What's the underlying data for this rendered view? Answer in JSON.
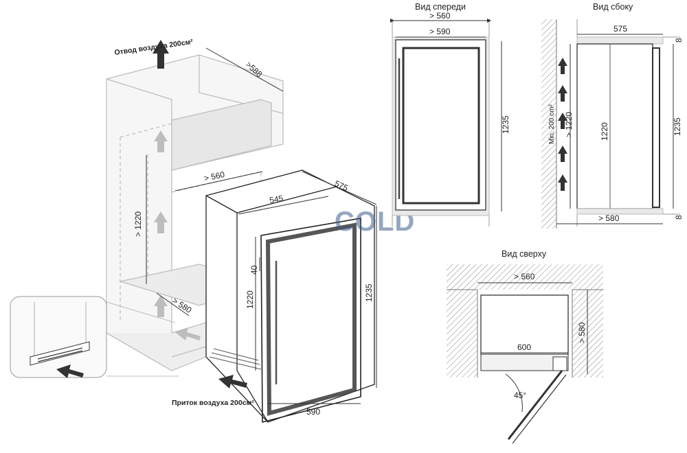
{
  "views": {
    "front_title": "Вид спереди",
    "side_title": "Вид сбоку",
    "top_title": "Вид сверху"
  },
  "air": {
    "outlet": "Отвод воздуха 200см²",
    "inlet": "Приток воздуха 200см²",
    "min_vent": "Min. 200 cm²"
  },
  "logo": "COLD",
  "iso_dims": {
    "niche_depth": ">588",
    "niche_width": "> 560",
    "niche_height": "> 1220",
    "niche_floor_depth": "> 580",
    "unit_depth": "575",
    "unit_inner_width": "545",
    "unit_inner_height": "1220",
    "unit_height": "1235",
    "unit_width": "590",
    "door_gap": "40"
  },
  "front_dims": {
    "niche_width": "> 560",
    "unit_width": "> 590",
    "height": "1235"
  },
  "side_dims": {
    "depth": "575",
    "top_gap": "8",
    "niche_height": "> 1220",
    "inner_height": "1220",
    "height": "1235",
    "bottom_gap": "8",
    "niche_depth": "> 580"
  },
  "top_dims": {
    "niche_width": "> 560",
    "door_width": "600",
    "niche_depth": "> 580",
    "angle": "45°"
  }
}
